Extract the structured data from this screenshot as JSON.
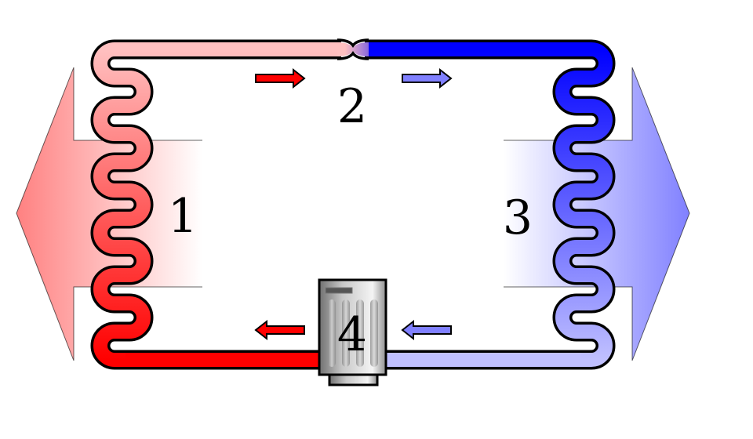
{
  "labels": {
    "condenser": "1",
    "expansion_valve": "2",
    "evaporator": "3",
    "compressor": "4"
  },
  "colors": {
    "hot_light": "#ffc0c0",
    "hot": "#ff0000",
    "cold": "#0000ff",
    "cold_light": "#c0c0ff",
    "heat_out_arrow": "#ff8080",
    "heat_in_arrow": "#8080ff",
    "flow_arrow_hot": "#ff0000",
    "flow_arrow_cold": "#8080ff"
  },
  "icons": {
    "flow_direction": "arrow",
    "compressor": "compressor-cylinder"
  }
}
